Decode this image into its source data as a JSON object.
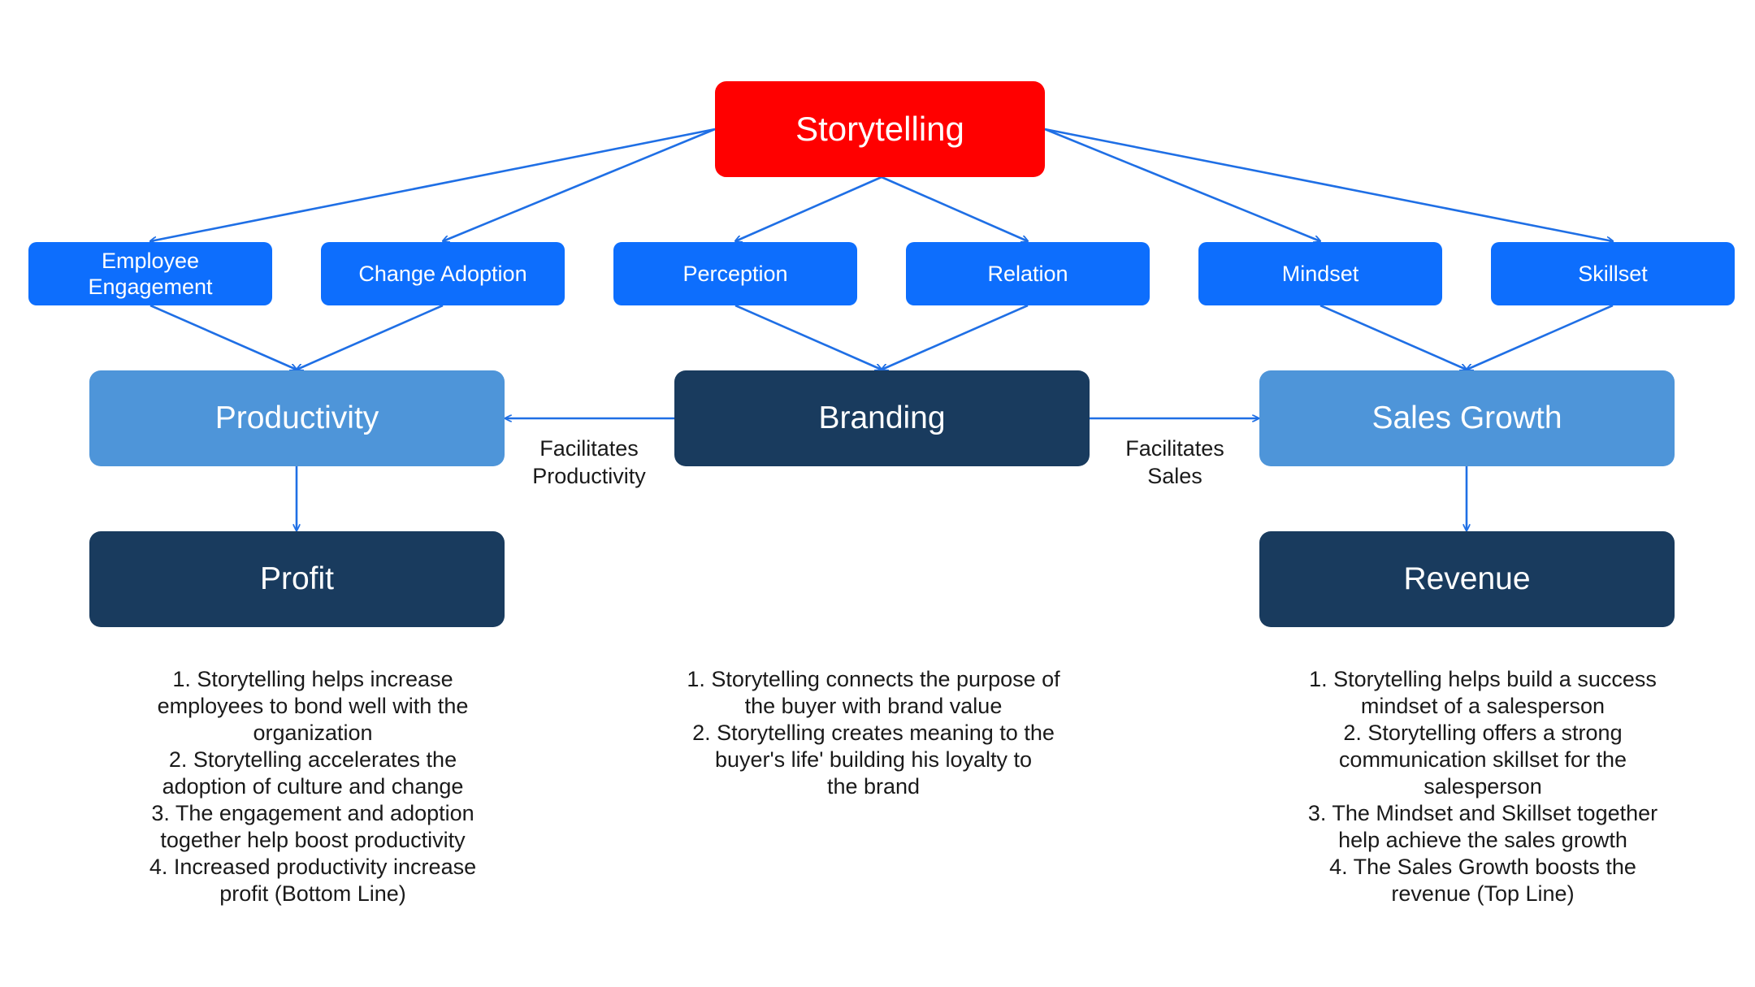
{
  "root": {
    "label": "Storytelling"
  },
  "categories": [
    {
      "label": "Employee\nEngagement"
    },
    {
      "label": "Change Adoption"
    },
    {
      "label": "Perception"
    },
    {
      "label": "Relation"
    },
    {
      "label": "Mindset"
    },
    {
      "label": "Skillset"
    }
  ],
  "outcomes": {
    "productivity": "Productivity",
    "branding": "Branding",
    "sales_growth": "Sales Growth"
  },
  "results": {
    "profit": "Profit",
    "revenue": "Revenue"
  },
  "edge_labels": {
    "facilitates_productivity": "Facilitates\nProductivity",
    "facilitates_sales": "Facilitates\nSales"
  },
  "notes": {
    "left": [
      "1.   Storytelling helps increase\nemployees to bond well with the\norganization",
      "2.   Storytelling accelerates the\nadoption of culture and change",
      "3.   The engagement and adoption\ntogether help boost productivity",
      "4.   Increased productivity increase\nprofit (Bottom Line)"
    ],
    "center": [
      "1.   Storytelling connects the purpose of\nthe buyer with brand value",
      "2.   Storytelling creates meaning to the\nbuyer's life' building his loyalty to\nthe brand"
    ],
    "right": [
      "1.   Storytelling helps build a success\nmindset of a salesperson",
      "2.   Storytelling offers a strong\ncommunication skillset for the\nsalesperson",
      "3.   The Mindset and Skillset together\nhelp achieve the sales growth",
      "4.   The Sales Growth boosts the\nrevenue (Top Line)"
    ]
  },
  "colors": {
    "root": "#ff0000",
    "category": "#0d6efd",
    "light_outcome": "#4e95d9",
    "dark_node": "#193b5e",
    "connector": "#1f6fe5"
  }
}
